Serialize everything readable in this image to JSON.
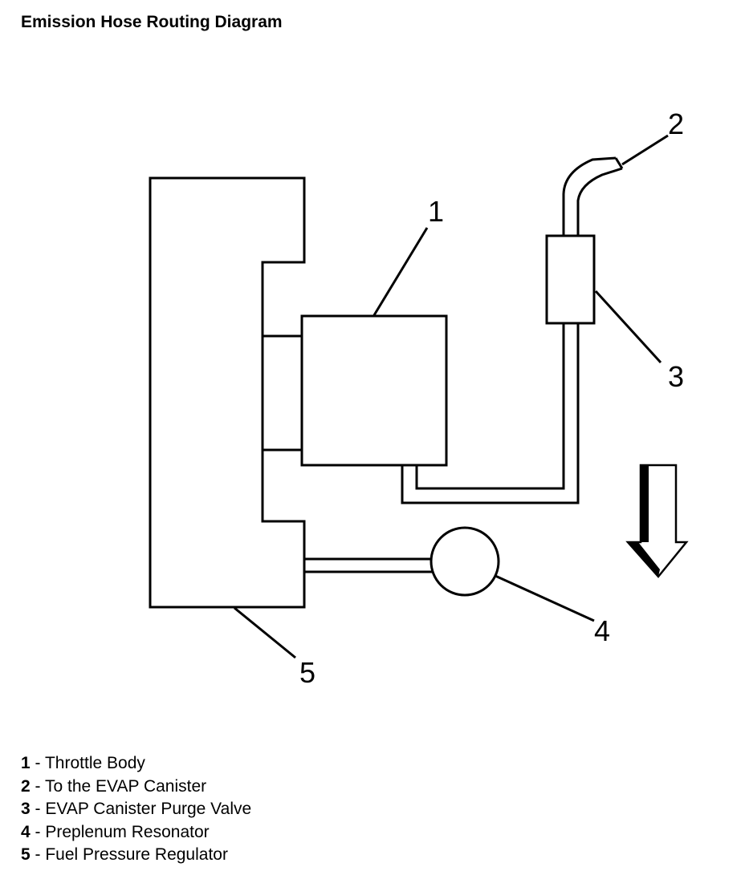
{
  "title": "Emission Hose Routing Diagram",
  "callouts": [
    "1",
    "2",
    "3",
    "4",
    "5"
  ],
  "legend": [
    {
      "num": "1",
      "sep": " - ",
      "label": "Throttle Body"
    },
    {
      "num": "2",
      "sep": " - ",
      "label": "To the EVAP Canister"
    },
    {
      "num": "3",
      "sep": " - ",
      "label": "EVAP Canister Purge Valve"
    },
    {
      "num": "4",
      "sep": " - ",
      "label": "Preplenum Resonator"
    },
    {
      "num": "5",
      "sep": " - ",
      "label": "Fuel Pressure Regulator"
    }
  ],
  "colors": {
    "line": "#000000",
    "background": "#ffffff"
  },
  "icons": {
    "direction": "down-arrow-icon"
  }
}
